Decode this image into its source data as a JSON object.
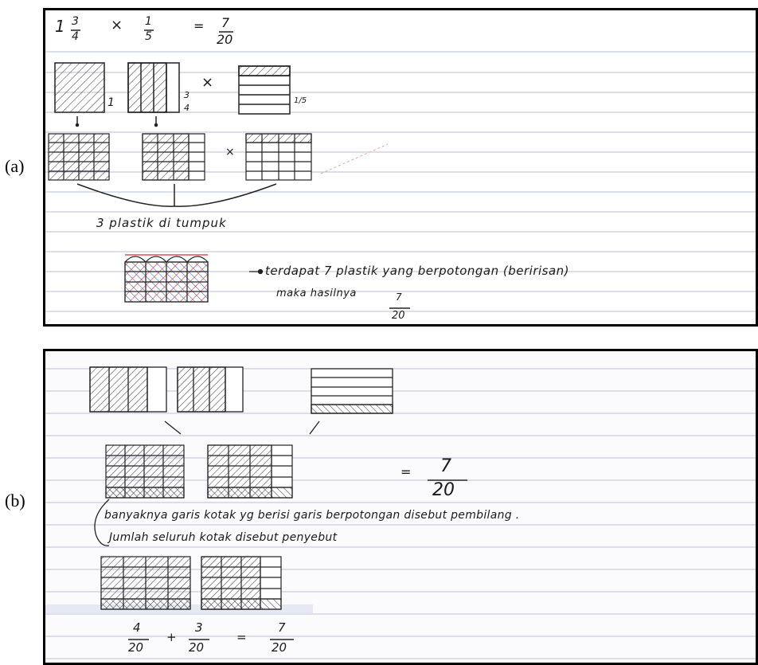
{
  "labels": {
    "a": "(a)",
    "b": "(b)"
  },
  "panel_a": {
    "equation": {
      "whole": "1",
      "num1": "3",
      "den1": "4",
      "times": "×",
      "num2": "1",
      "den2": "5",
      "equals": "=",
      "num3": "7",
      "den3": "20"
    },
    "sq_label_1": "1",
    "sq_label_2_num": "3",
    "sq_label_2_den": "4",
    "sq_label_3": "1/5",
    "times_1": "×",
    "times_2": "×",
    "stack_note": "3 plastik di tumpuk",
    "line1": "terdapat 7 plastik yang berpotongan (beririsan)",
    "line2": "maka hasilnya",
    "result_num": "7",
    "result_den": "20"
  },
  "panel_b": {
    "equals": "=",
    "result_num": "7",
    "result_den": "20",
    "note1": "banyaknya garis kotak yg berisi garis berpotongan disebut pembilang .",
    "note1_struck": "garis",
    "note2": "Jumlah seluruh kotak disebut penyebut",
    "sum": {
      "n1": "4",
      "d1": "20",
      "plus": "+",
      "n2": "3",
      "d2": "20",
      "equals": "=",
      "n3": "7",
      "d3": "20"
    }
  },
  "colors": {
    "line": "#b8bfd6",
    "ink": "#1a1a1a",
    "red": "#d23030",
    "blue": "#2d4fc8"
  }
}
